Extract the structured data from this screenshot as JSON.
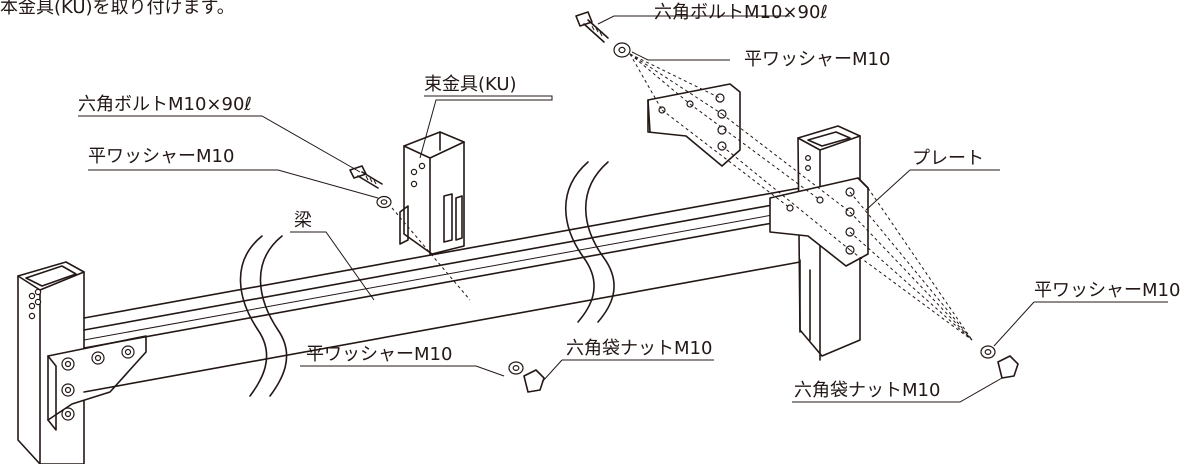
{
  "header_text": "本金具(KU)を取り付けます。",
  "labels": {
    "top_bolt": "六角ボルトM10×90ℓ",
    "top_washer": "平ワッシャーM10",
    "left_bolt": "六角ボルトM10×90ℓ",
    "left_washer": "平ワッシャーM10",
    "bracket": "束金具(KU)",
    "beam": "梁",
    "plate": "プレート",
    "center_washer": "平ワッシャーM10",
    "center_nut": "六角袋ナットM10",
    "right_washer": "平ワッシャーM10",
    "right_nut": "六角袋ナットM10"
  }
}
